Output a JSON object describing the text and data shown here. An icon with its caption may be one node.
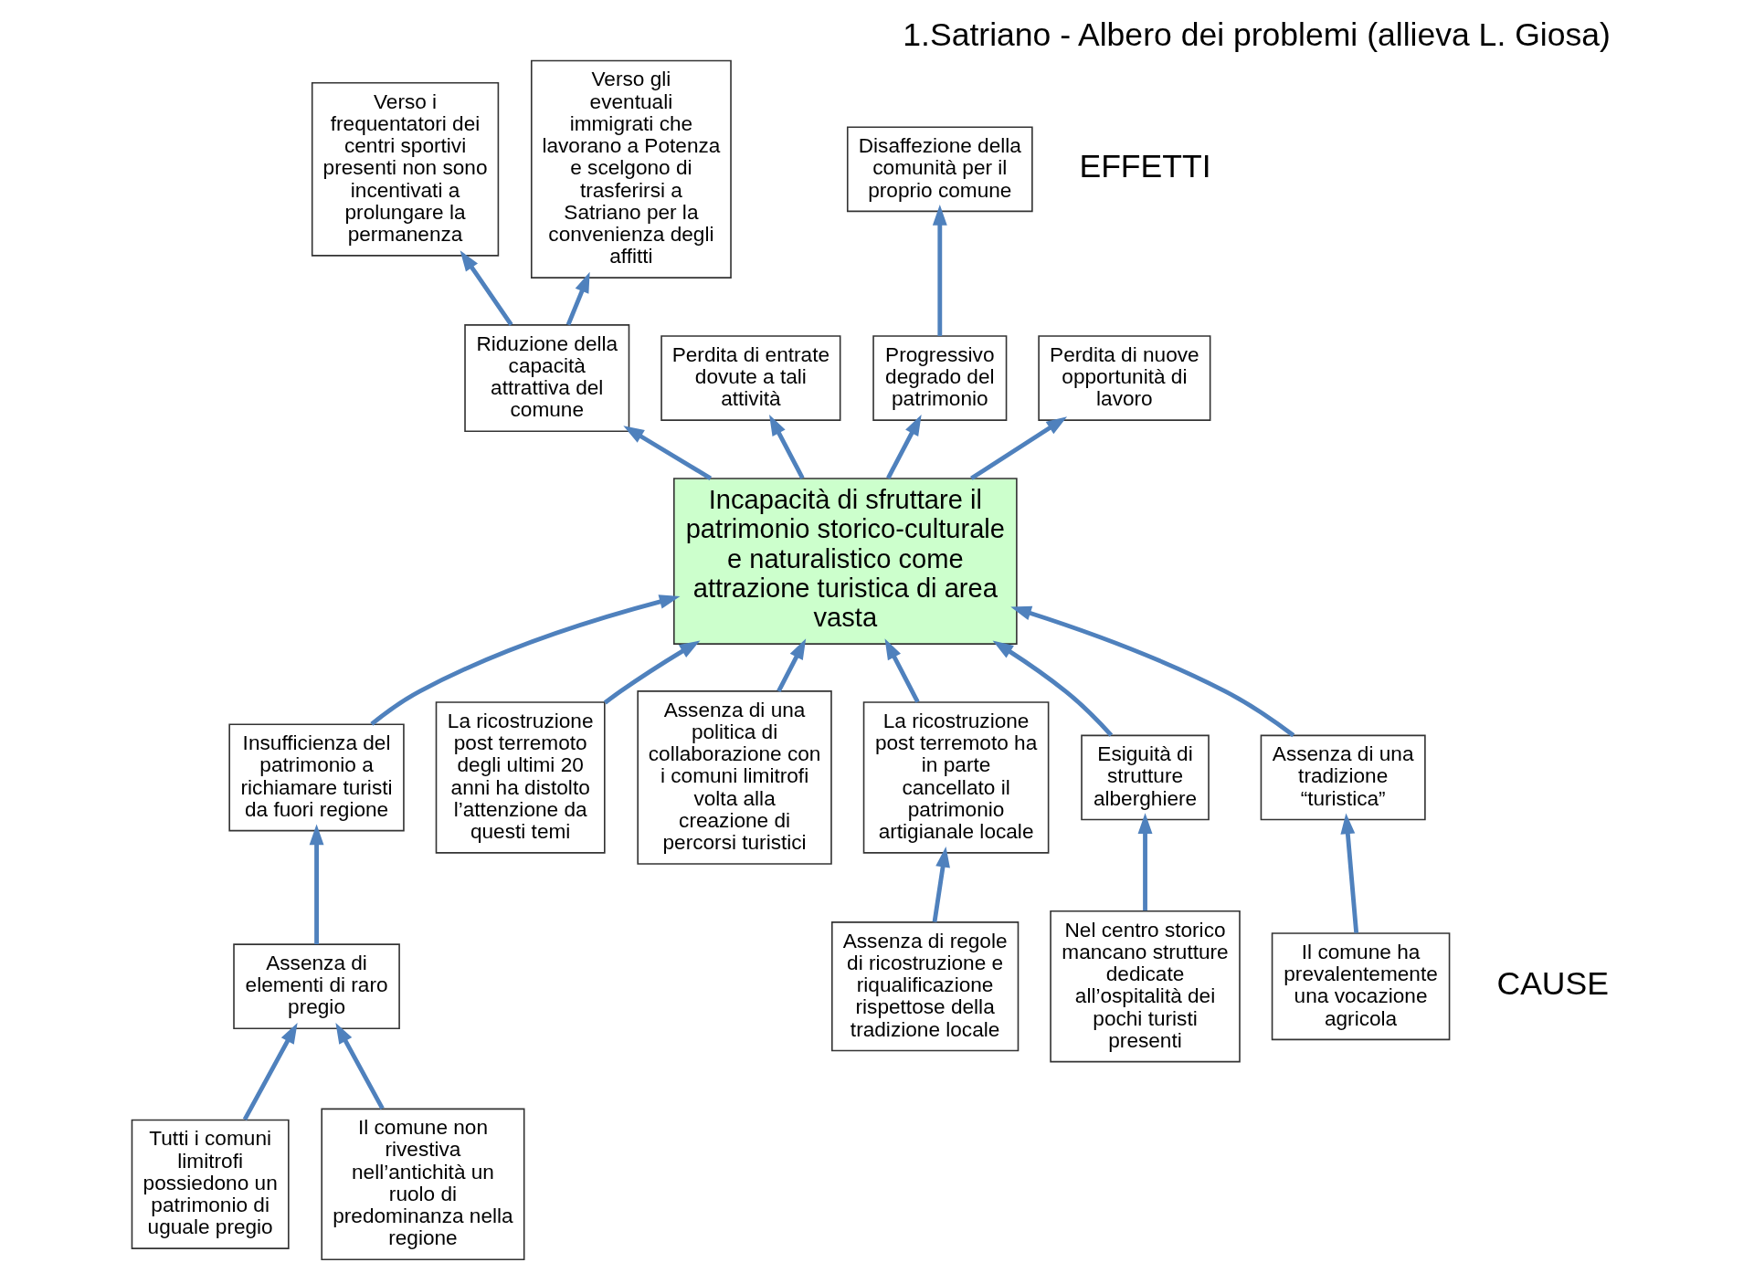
{
  "diagram": {
    "title": "1.Satriano - Albero dei problemi (allieva L. Giosa)",
    "nodes": [
      {
        "text": [
          "Verso i frequentatori dei centri sportivi presenti non sono incentivati a prolungare la permanenza"
        ]
      },
      {
        "text": [
          "Verso gli eventuali immigrati che lavorano a Potenza e scelgono di trasferirsi a Satriano per la convenienza degli affitti"
        ]
      },
      {
        "text": [
          "Disaffezione della comunità per il proprio comune"
        ]
      },
      {
        "text": [
          "Riduzione della capacità attrattiva del comune"
        ]
      },
      {
        "text": [
          "Perdita di entrate dovute a tali attività"
        ]
      },
      {
        "text": [
          "Progressivo degrado del patrimonio"
        ]
      },
      {
        "text": [
          "Perdita di nuove opportunità di lavoro"
        ]
      },
      {
        "text": [
          "Incapacità di sfruttare il patrimonio storico-culturale e naturalistico come attrazione turistica di area vasta"
        ]
      },
      {
        "text": [
          "Insufficienza del patrimonio a richiamare turisti da fuori regione"
        ]
      },
      {
        "text": [
          "La ricostruzione post terremoto degli ultimi 20 anni ha distolto l’attenzione da questi temi"
        ]
      },
      {
        "text": [
          "Assenza di una politica di collaborazione con i comuni limitrofi volta alla creazione di percorsi turistici"
        ]
      },
      {
        "text": [
          "La ricostruzione post terremoto ha in parte cancellato il patrimonio artigianale locale"
        ]
      },
      {
        "text": [
          "Esiguità di strutture alberghiere"
        ]
      },
      {
        "text": [
          "Assenza di una tradizione “turistica”"
        ]
      },
      {
        "text": [
          "Assenza di elementi di raro pregio"
        ]
      },
      {
        "text": [
          "Il comune ha prevalentemente una vocazione agricola"
        ]
      },
      {
        "text": [
          "Assenza di regole di ricostruzione e riqualificazione rispettose della tradizione locale"
        ]
      },
      {
        "text": [
          "Nel centro storico mancano strutture dedicate all’ospitalità dei pochi turisti presenti"
        ]
      },
      {
        "text": [
          "Tutti i comuni limitrofi possiedono un patrimonio di uguale pregio"
        ]
      },
      {
        "text": [
          "Il comune non rivestiva nell’antichità un ruolo di predominanza nella regione"
        ]
      }
    ],
    "edges": [
      {
        "from": 3,
        "to": 0,
        "arrow": "to"
      },
      {
        "from": 3,
        "to": 1,
        "arrow": "to"
      },
      {
        "from": 5,
        "to": 2,
        "arrow": "to"
      },
      {
        "from": 7,
        "to": 3,
        "arrow": "to"
      },
      {
        "from": 7,
        "to": 4,
        "arrow": "to"
      },
      {
        "from": 7,
        "to": 5,
        "arrow": "to"
      },
      {
        "from": 7,
        "to": 6,
        "arrow": "to"
      },
      {
        "from": 8,
        "to": 7,
        "arrow": "to"
      },
      {
        "from": 9,
        "to": 7,
        "arrow": "to"
      },
      {
        "from": 10,
        "to": 7,
        "arrow": "to"
      },
      {
        "from": 11,
        "to": 7,
        "arrow": "to"
      },
      {
        "from": 12,
        "to": 7,
        "arrow": "to"
      },
      {
        "from": 13,
        "to": 7,
        "arrow": "to"
      },
      {
        "from": 14,
        "to": 8,
        "arrow": "to"
      },
      {
        "from": 15,
        "to": 13,
        "arrow": "to"
      },
      {
        "from": 16,
        "to": 11,
        "arrow": "to"
      },
      {
        "from": 17,
        "to": 12,
        "arrow": "to"
      },
      {
        "from": 18,
        "to": 14,
        "arrow": "to"
      },
      {
        "from": 19,
        "to": 14,
        "arrow": "to"
      }
    ],
    "labels": [
      "EFFETTI",
      "CAUSE"
    ]
  }
}
